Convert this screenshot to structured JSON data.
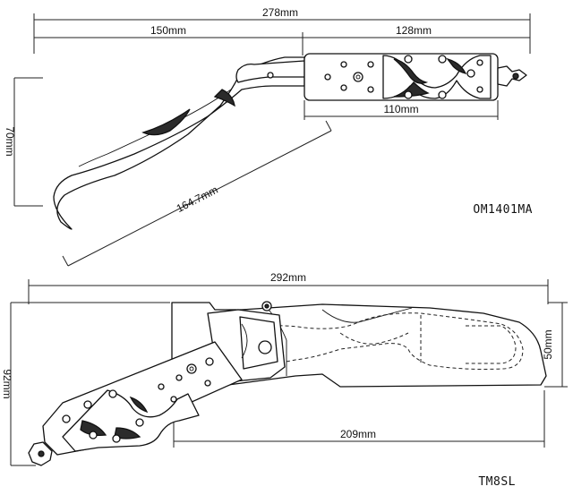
{
  "diagrams": [
    {
      "model": "OM1401MA",
      "dimensions": {
        "overall_length": "278mm",
        "blade_length": "150mm",
        "handle_length": "128mm",
        "grip_length": "110mm",
        "height": "70mm",
        "diagonal": "164.7mm"
      }
    },
    {
      "model": "TM8SL",
      "dimensions": {
        "overall_length": "292mm",
        "height": "92mm",
        "blade_height": "50mm",
        "blade_length": "209mm"
      }
    }
  ]
}
